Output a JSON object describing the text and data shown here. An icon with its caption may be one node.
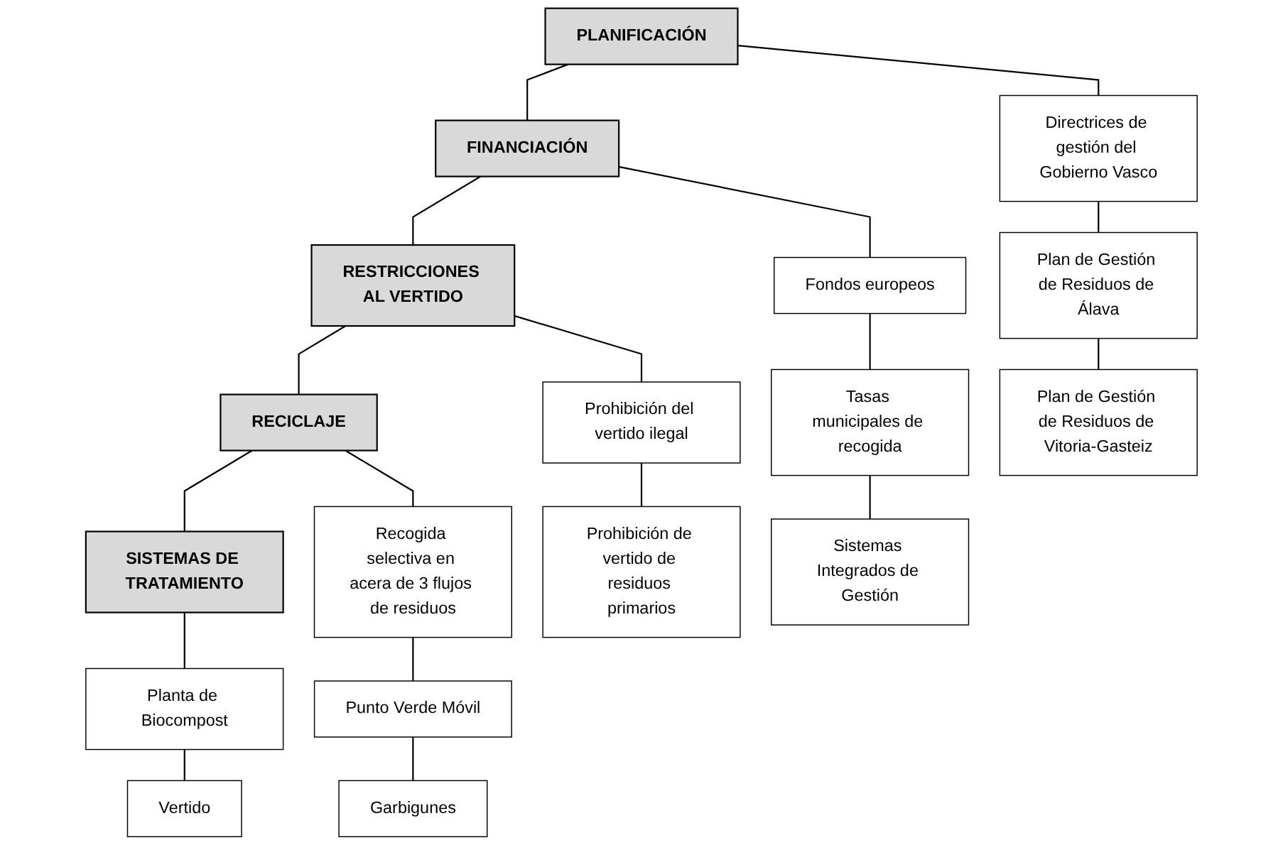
{
  "diagram": {
    "nodes": [
      {
        "text": [
          "PLANIFICACIÓN"
        ]
      },
      {
        "text": [
          "FINANCIACIÓN"
        ]
      },
      {
        "text": [
          "RESTRICCIONES AL VERTIDO"
        ]
      },
      {
        "text": [
          "RECICLAJE"
        ]
      },
      {
        "text": [
          "SISTEMAS DE TRATAMIENTO"
        ]
      },
      {
        "text": [
          "Directrices de gestión del Gobierno Vasco"
        ]
      },
      {
        "text": [
          "Fondos europeos"
        ]
      },
      {
        "text": [
          "Prohibición del vertido ilegal"
        ]
      },
      {
        "text": [
          "Recogida selectiva en acera de 3 flujos de residuos"
        ]
      },
      {
        "text": [
          "Planta de Biocompost"
        ]
      },
      {
        "text": [
          "Plan de Gestión de Residuos de Álava"
        ]
      },
      {
        "text": [
          "Tasas municipales de recogida"
        ]
      },
      {
        "text": [
          "Prohibición de vertido de residuos primarios"
        ]
      },
      {
        "text": [
          "Punto Verde Móvil"
        ]
      },
      {
        "text": [
          "Vertido"
        ]
      },
      {
        "text": [
          "Plan de Gestión de Residuos de Vitoria-Gasteiz"
        ]
      },
      {
        "text": [
          "Sistemas Integrados de Gestión"
        ]
      },
      {
        "text": [
          "Garbigunes"
        ]
      }
    ],
    "edges": [
      {
        "from": 0,
        "to": 1,
        "arrow": "none"
      },
      {
        "from": 1,
        "to": 2,
        "arrow": "none"
      },
      {
        "from": 2,
        "to": 3,
        "arrow": "none"
      },
      {
        "from": 3,
        "to": 4,
        "arrow": "none"
      },
      {
        "from": 0,
        "to": 5,
        "arrow": "none"
      },
      {
        "from": 5,
        "to": 10,
        "arrow": "none"
      },
      {
        "from": 10,
        "to": 15,
        "arrow": "none"
      },
      {
        "from": 1,
        "to": 6,
        "arrow": "none"
      },
      {
        "from": 6,
        "to": 11,
        "arrow": "none"
      },
      {
        "from": 11,
        "to": 16,
        "arrow": "none"
      },
      {
        "from": 2,
        "to": 7,
        "arrow": "none"
      },
      {
        "from": 7,
        "to": 12,
        "arrow": "none"
      },
      {
        "from": 3,
        "to": 8,
        "arrow": "none"
      },
      {
        "from": 8,
        "to": 13,
        "arrow": "none"
      },
      {
        "from": 13,
        "to": 17,
        "arrow": "none"
      },
      {
        "from": 4,
        "to": 9,
        "arrow": "none"
      },
      {
        "from": 9,
        "to": 14,
        "arrow": "none"
      }
    ]
  }
}
